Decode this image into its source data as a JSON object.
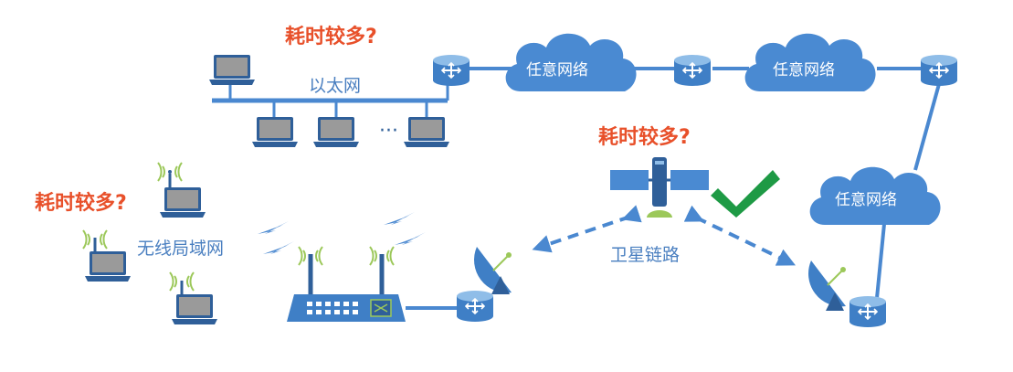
{
  "labels": {
    "ethernet": "以太网",
    "wireless_lan": "无线局域网",
    "satellite_link": "卫星链路",
    "ellipsis": "···"
  },
  "clouds": [
    "任意网络",
    "任意网络",
    "任意网络"
  ],
  "warnings": [
    "耗时较多?",
    "耗时较多?",
    "耗时较多?"
  ],
  "colors": {
    "primary": "#4a88d0",
    "dark": "#2f5f99",
    "cloud": "#4a8ad2",
    "warning": "#e8502a",
    "check": "#1e9a45",
    "screen": "#9a9a9a"
  },
  "icons": {
    "check": "checkmark-icon",
    "router": "router-icon",
    "laptop": "laptop-icon",
    "satellite": "satellite-icon",
    "dish": "satellite-dish-icon",
    "wifi_router": "wireless-router-icon"
  }
}
